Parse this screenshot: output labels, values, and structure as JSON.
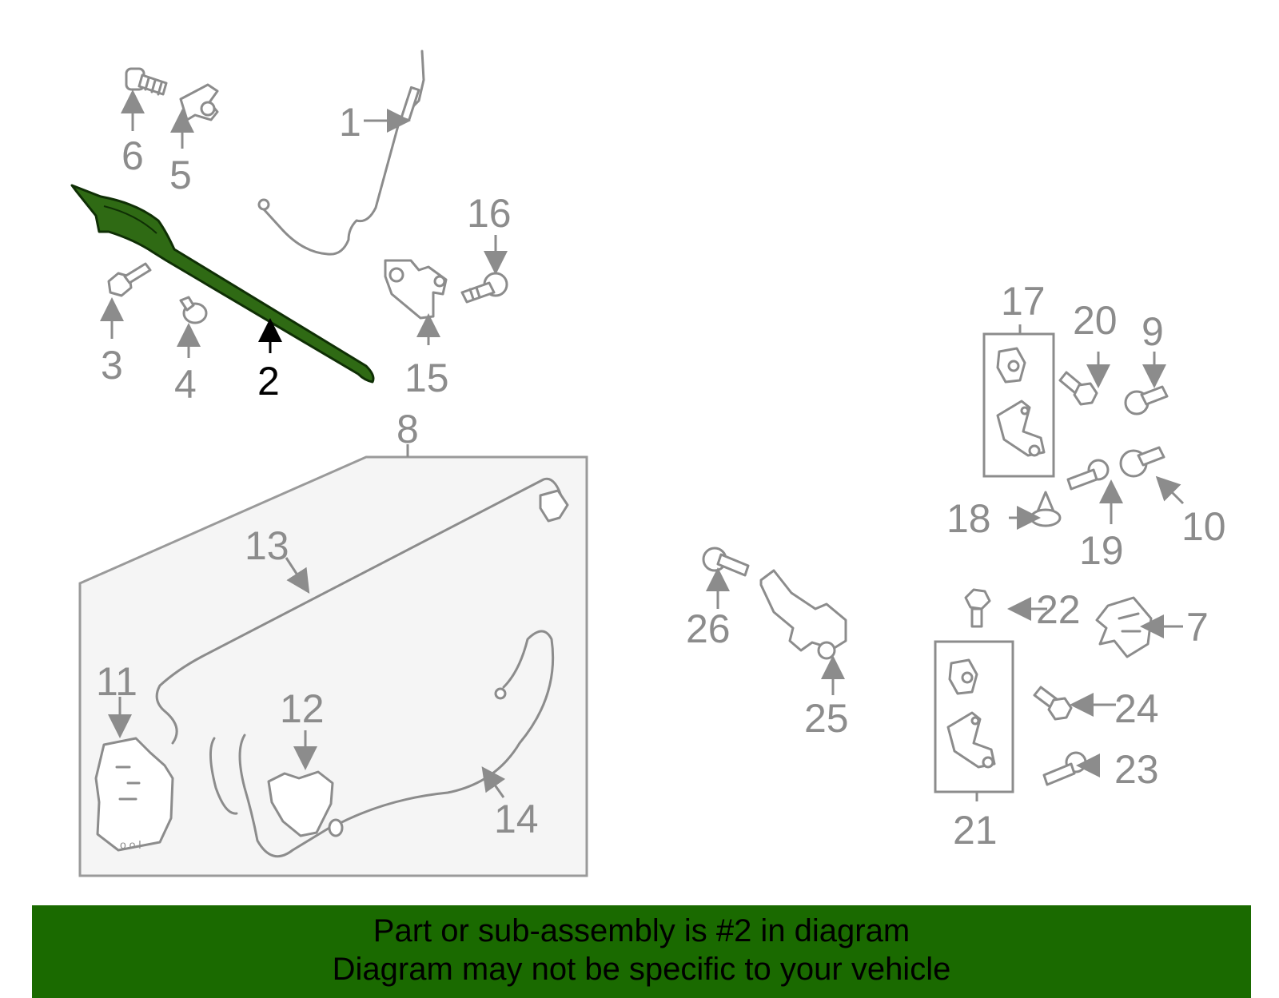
{
  "banner": {
    "line1": "Part or sub-assembly is #2 in diagram",
    "line2": "Diagram may not be specific to your vehicle"
  },
  "highlighted_part": "2",
  "colors": {
    "highlight_fill": "#2f6a14",
    "banner_bg": "#1a6a00",
    "line_gray": "#8c8c8c",
    "box_fill": "#f5f5f5"
  },
  "callouts": {
    "c1": "1",
    "c2": "2",
    "c3": "3",
    "c4": "4",
    "c5": "5",
    "c6": "6",
    "c7": "7",
    "c8": "8",
    "c9": "9",
    "c10": "10",
    "c11": "11",
    "c12": "12",
    "c13": "13",
    "c14": "14",
    "c15": "15",
    "c16": "16",
    "c17": "17",
    "c18": "18",
    "c19": "19",
    "c20": "20",
    "c21": "21",
    "c22": "22",
    "c23": "23",
    "c24": "24",
    "c25": "25",
    "c26": "26"
  }
}
